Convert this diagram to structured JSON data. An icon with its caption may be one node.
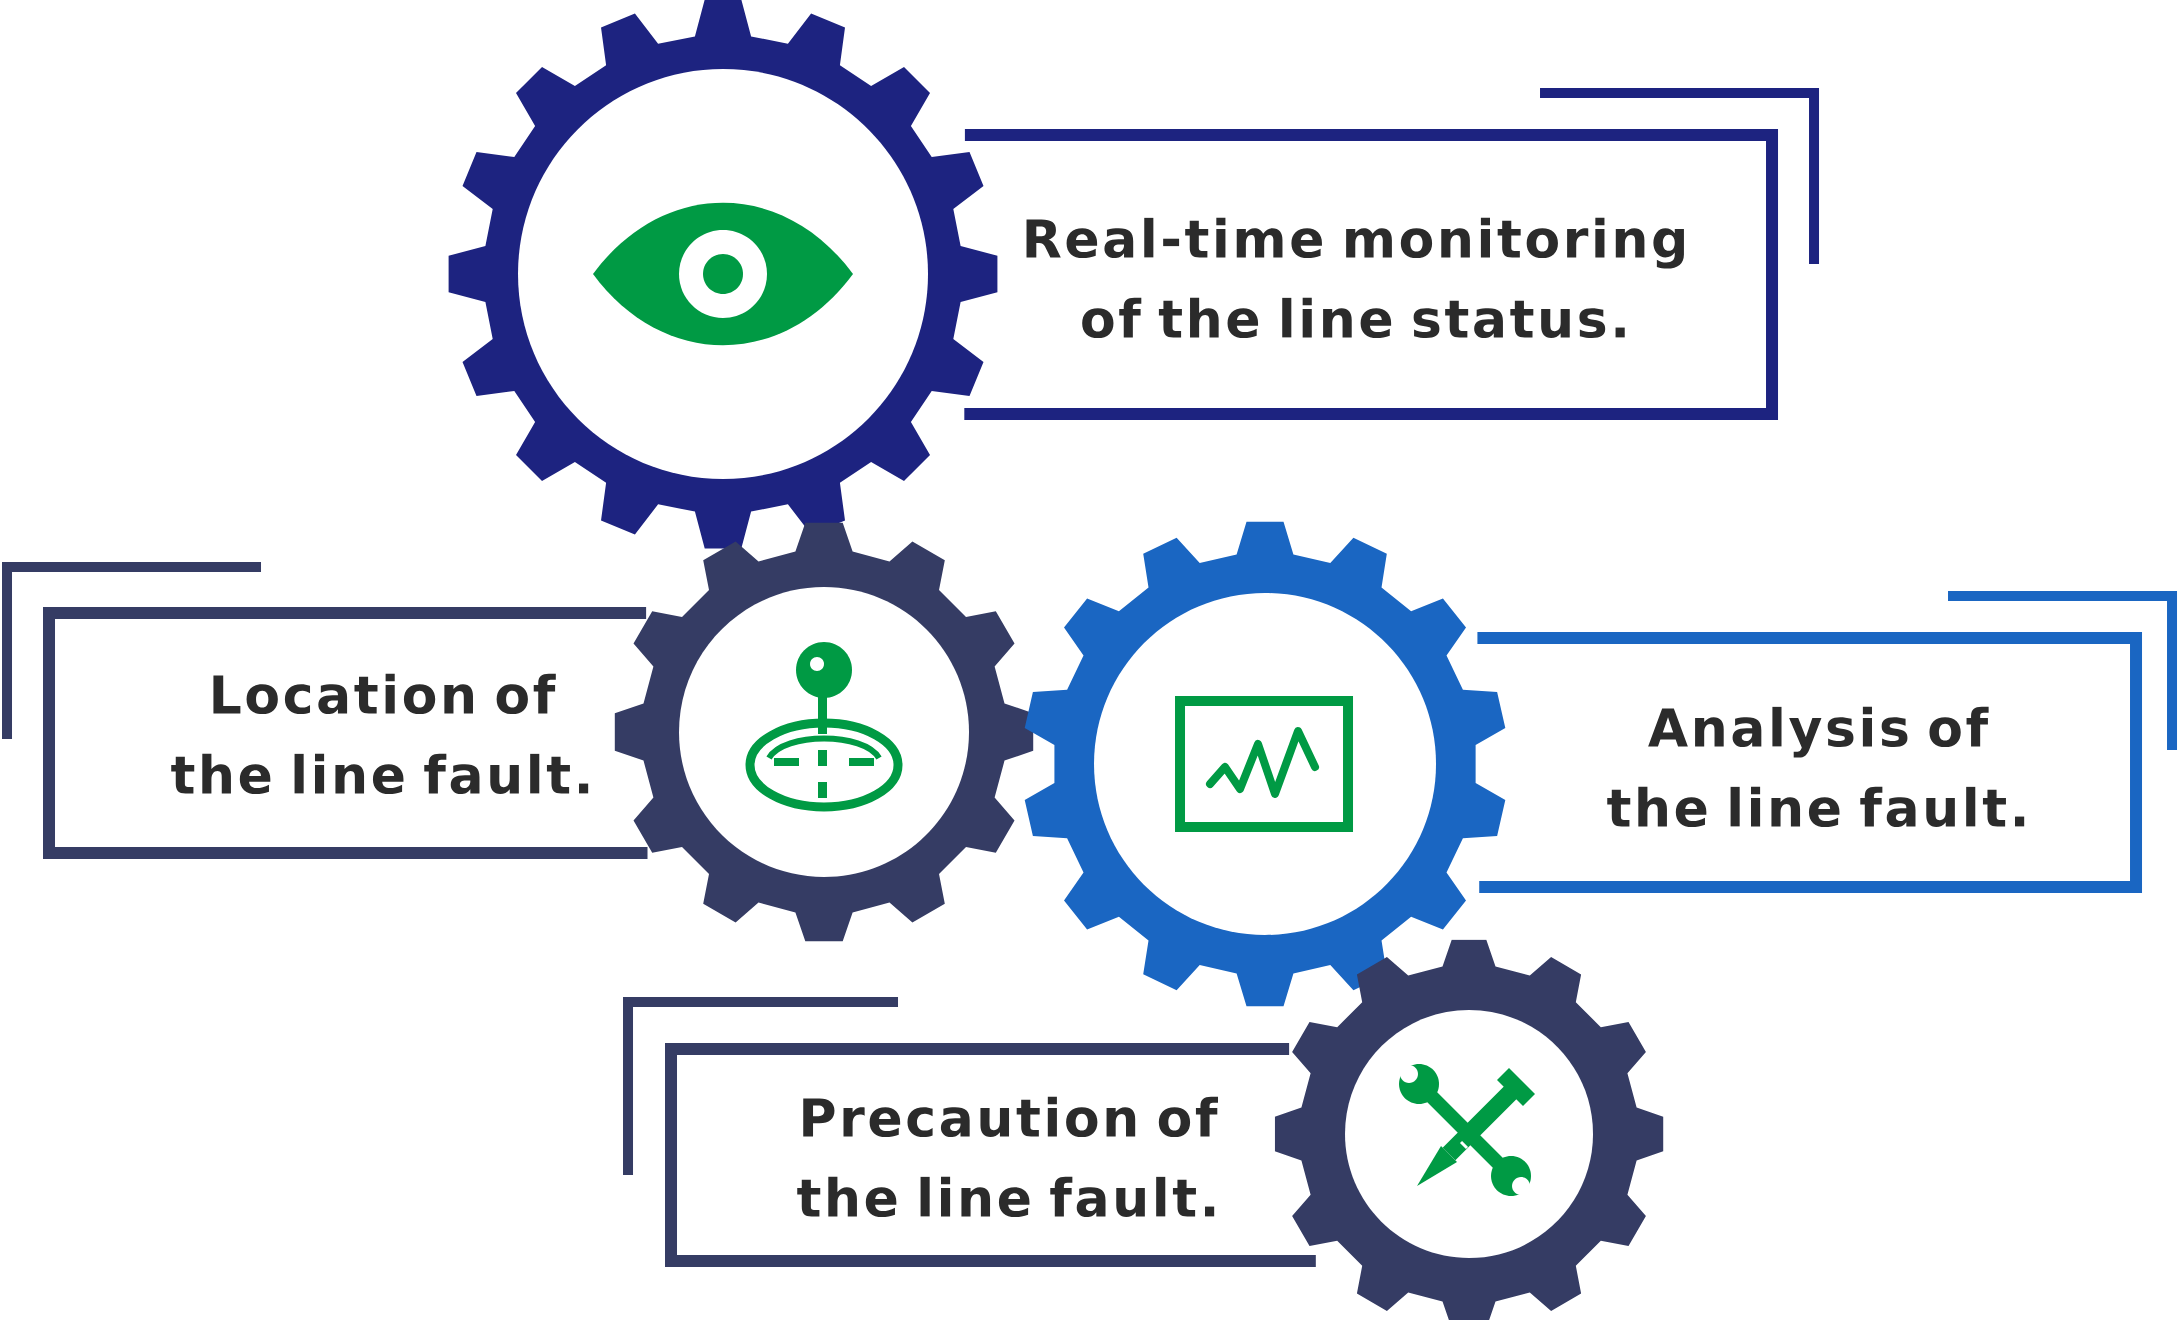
{
  "diagram": {
    "nodes": [
      {
        "text": [
          "Real-time monitoring of the line status."
        ]
      },
      {
        "text": [
          "Location of the line fault."
        ]
      },
      {
        "text": [
          "Analysis of the line fault."
        ]
      },
      {
        "text": [
          "Precaution of the line fault."
        ]
      }
    ]
  }
}
